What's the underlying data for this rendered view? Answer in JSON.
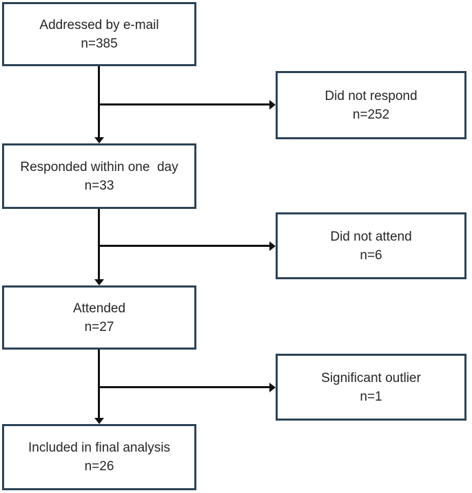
{
  "diagram": {
    "type": "participant-flow-chart",
    "colors": {
      "background": "#ffffff",
      "box_fill": "#ffffff",
      "box_border": "#2c4356",
      "arrow": "#111111",
      "text": "#262626"
    },
    "main_boxes": [
      {
        "label": "Addressed by e-mail",
        "count": "n=385"
      },
      {
        "label": "Responded within one  day",
        "count": "n=33"
      },
      {
        "label": "Attended",
        "count": "n=27"
      },
      {
        "label": "Included in final analysis",
        "count": "n=26"
      }
    ],
    "side_boxes": [
      {
        "label": "Did not respond",
        "count": "n=252"
      },
      {
        "label": "Did not attend",
        "count": "n=6"
      },
      {
        "label": "Significant outlier",
        "count": "n=1"
      }
    ]
  }
}
